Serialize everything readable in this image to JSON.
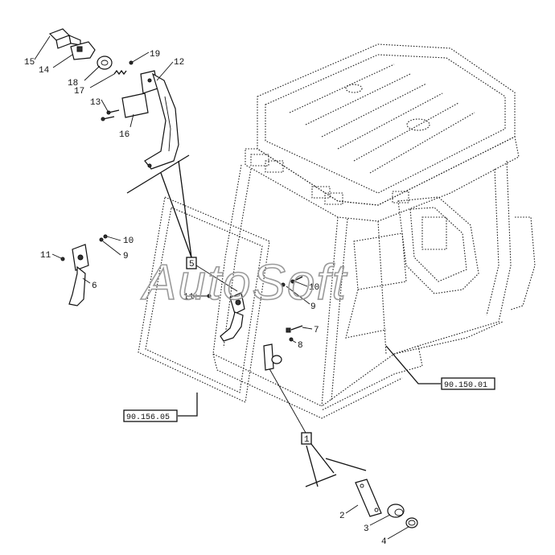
{
  "watermark": "AutoSoft",
  "refs": {
    "cab": "90.150.01",
    "frame": "90.156.05"
  },
  "callouts": {
    "group_a": "5",
    "group_b": "1"
  },
  "parts": {
    "p1": "1",
    "p2": "2",
    "p3": "3",
    "p4": "4",
    "p6": "6",
    "p7": "7",
    "p8": "8",
    "p9a": "9",
    "p9b": "9",
    "p10a": "10",
    "p10b": "10",
    "p11a": "11",
    "p11b": "11",
    "p12": "12",
    "p13": "13",
    "p14": "14",
    "p15": "15",
    "p16": "16",
    "p17": "17",
    "p18": "18",
    "p19": "19"
  }
}
